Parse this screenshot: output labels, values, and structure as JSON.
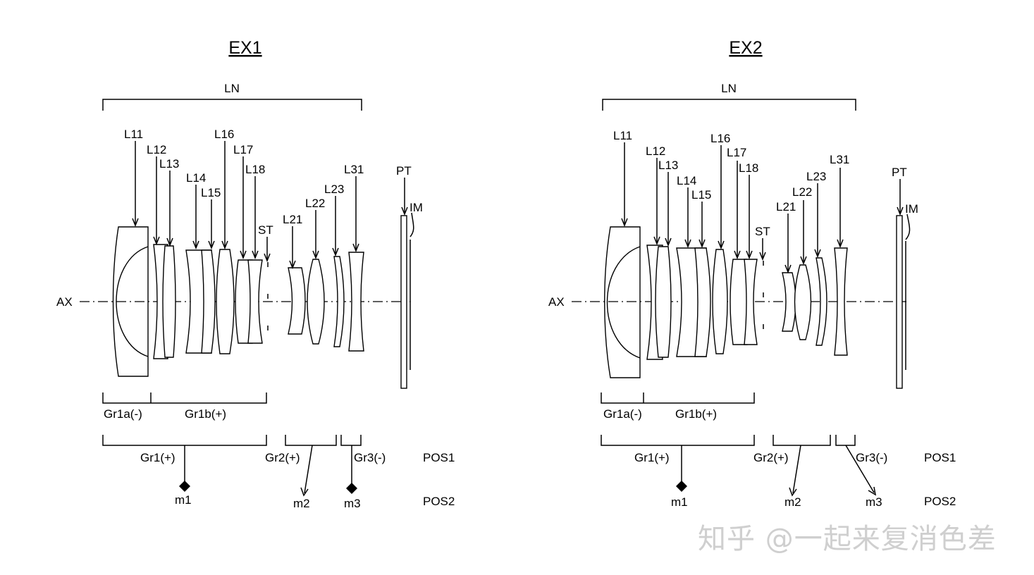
{
  "panels": [
    {
      "title": "EX1",
      "ln_label": "LN",
      "ax_label": "AX",
      "lens_labels": [
        "L11",
        "L12",
        "L13",
        "L14",
        "L15",
        "L16",
        "L17",
        "L18",
        "L21",
        "L22",
        "L23",
        "L31"
      ],
      "st_label": "ST",
      "pt_label": "PT",
      "im_label": "IM",
      "sub_groups": [
        "Gr1a(-)",
        "Gr1b(+)"
      ],
      "groups": [
        "Gr1(+)",
        "Gr2(+)",
        "Gr3(-)"
      ],
      "movements": [
        "m1",
        "m2",
        "m3"
      ],
      "pos1": "POS1",
      "pos2": "POS2"
    },
    {
      "title": "EX2",
      "ln_label": "LN",
      "ax_label": "AX",
      "lens_labels": [
        "L11",
        "L12",
        "L13",
        "L14",
        "L15",
        "L16",
        "L17",
        "L18",
        "L21",
        "L22",
        "L23",
        "L31"
      ],
      "st_label": "ST",
      "pt_label": "PT",
      "im_label": "IM",
      "sub_groups": [
        "Gr1a(-)",
        "Gr1b(+)"
      ],
      "groups": [
        "Gr1(+)",
        "Gr2(+)",
        "Gr3(-)"
      ],
      "movements": [
        "m1",
        "m2",
        "m3"
      ],
      "pos1": "POS1",
      "pos2": "POS2"
    }
  ],
  "watermark": "知乎 @一起来复消色差"
}
